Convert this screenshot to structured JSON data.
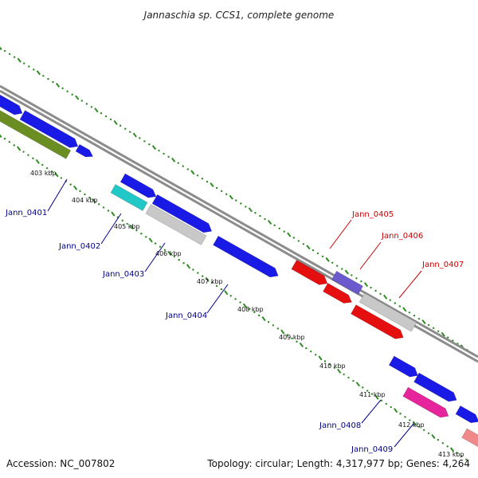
{
  "header": {
    "title": "Jannaschia sp. CCS1, complete genome"
  },
  "footer": {
    "accession": "Accession: NC_007802",
    "summary": "Topology: circular; Length: 4,317,977 bp; Genes: 4,264"
  },
  "colors": {
    "backbone": "#8c8c8c",
    "tick_dots": "#2e8b22",
    "label_forward": "#00008b",
    "label_reverse": "#cc0000",
    "blue": "#1a1ae6",
    "olive": "#6b8e23",
    "cyan": "#20c8c8",
    "gray": "#c8c8c8",
    "red": "#e60f0f",
    "purple": "#6a5acd",
    "magenta": "#e6249b",
    "salmon": "#f08a8a"
  },
  "scale_labels": [
    "403 kbp",
    "404 kbp",
    "405 kbp",
    "406 kbp",
    "407 kbp",
    "408 kbp",
    "409 kbp",
    "410 kbp",
    "411 kbp",
    "412 kbp",
    "413 kbp"
  ],
  "gene_labels": [
    {
      "name": "Jann_0401",
      "strand": "forward"
    },
    {
      "name": "Jann_0402",
      "strand": "forward"
    },
    {
      "name": "Jann_0403",
      "strand": "forward"
    },
    {
      "name": "Jann_0404",
      "strand": "forward"
    },
    {
      "name": "Jann_0405",
      "strand": "reverse"
    },
    {
      "name": "Jann_0406",
      "strand": "reverse"
    },
    {
      "name": "Jann_0407",
      "strand": "reverse"
    },
    {
      "name": "Jann_0408",
      "strand": "forward"
    },
    {
      "name": "Jann_0409",
      "strand": "forward"
    }
  ]
}
